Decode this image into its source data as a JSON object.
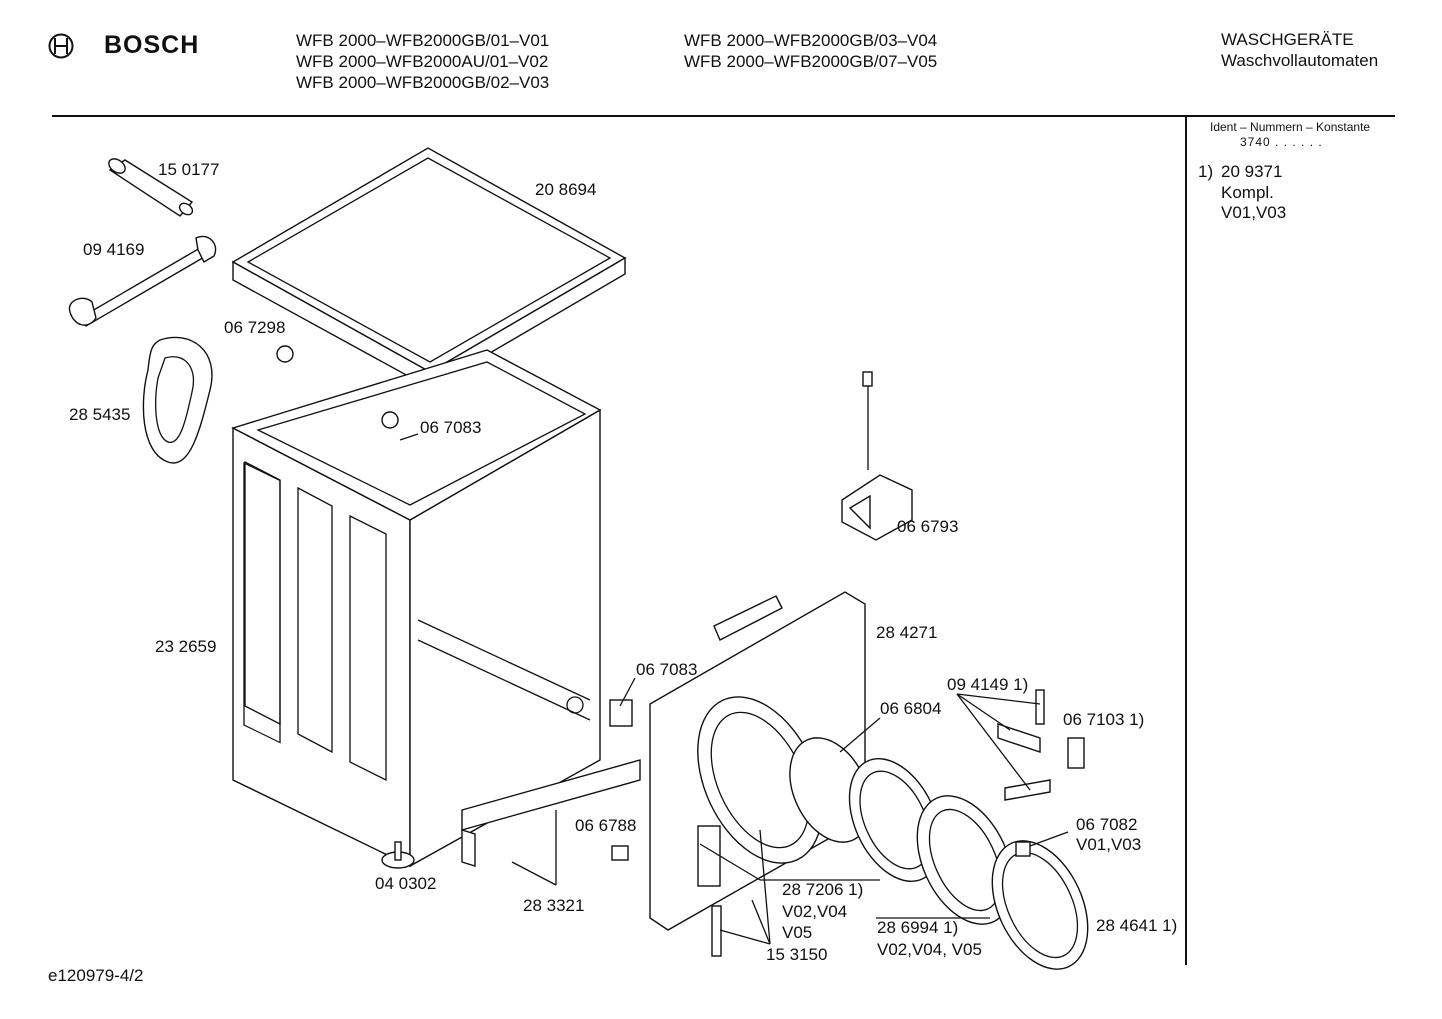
{
  "header": {
    "brand": "BOSCH",
    "models_col1": [
      "WFB 2000–WFB2000GB/01–V01",
      "WFB 2000–WFB2000AU/01–V02",
      "WFB 2000–WFB2000GB/02–V03"
    ],
    "models_col2": [
      "WFB 2000–WFB2000GB/03–V04",
      "WFB 2000–WFB2000GB/07–V05"
    ],
    "category": "WASCHGERÄTE",
    "subcategory": "Waschvollautomaten"
  },
  "side_panel": {
    "ident_title": "Ident – Nummern – Konstante",
    "ident_value": "3740 . . . . . .",
    "note_number": "1)",
    "note_part": "20 9371",
    "note_text": "Kompl.",
    "note_versions": "V01,V03"
  },
  "parts": {
    "p150177": "15 0177",
    "p208694": "20 8694",
    "p094169": "09 4169",
    "p067298": "06 7298",
    "p285435": "28 5435",
    "p067083a": "06 7083",
    "p066793": "06 6793",
    "p232659": "23 2659",
    "p284271": "28 4271",
    "p067083b": "06 7083",
    "p094149": "09 4149 1)",
    "p066804": "06 6804",
    "p067103": "06 7103  1)",
    "p067082": "06 7082",
    "p067082v": "V01,V03",
    "p066788": "06 6788",
    "p040302": "04 0302",
    "p283321": "28 3321",
    "p287206": "28 7206 1)",
    "p287206v1": "V02,V04",
    "p287206v2": "V05",
    "p153150": "15 3150",
    "p286994": "28 6994 1)",
    "p286994v": "V02,V04, V05",
    "p284641": "28 4641 1)"
  },
  "footer": {
    "drawing_id": "e120979-4/2"
  }
}
